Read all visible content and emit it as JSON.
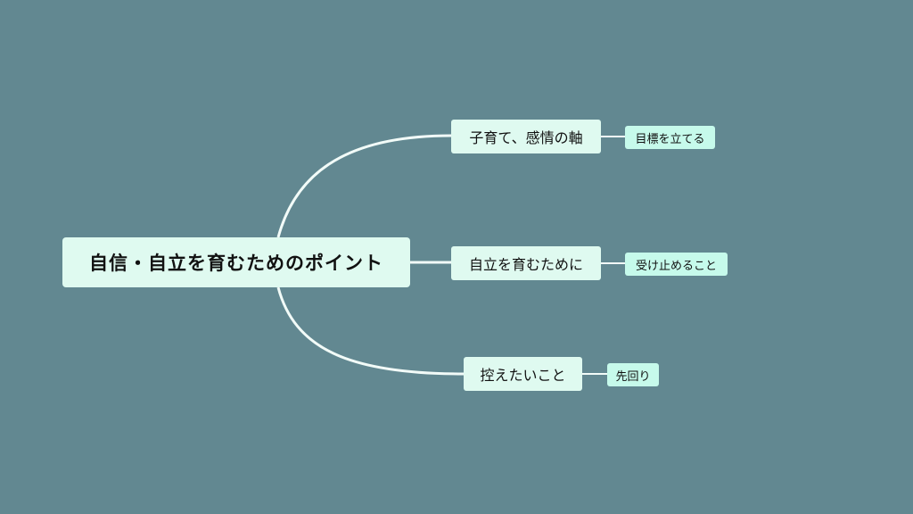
{
  "mindmap": {
    "root": {
      "label": "自信・自立を育むためのポイント"
    },
    "branches": [
      {
        "label": "子育て、感情の軸",
        "child": "目標を立てる"
      },
      {
        "label": "自立を育むために",
        "child": "受け止めること"
      },
      {
        "label": "控えたいこと",
        "child": "先回り"
      }
    ]
  },
  "colors": {
    "background": "#628891",
    "connector": "#f2fbf8",
    "node_fill": "#dffaf0",
    "leaf_fill": "#c6faeb"
  }
}
